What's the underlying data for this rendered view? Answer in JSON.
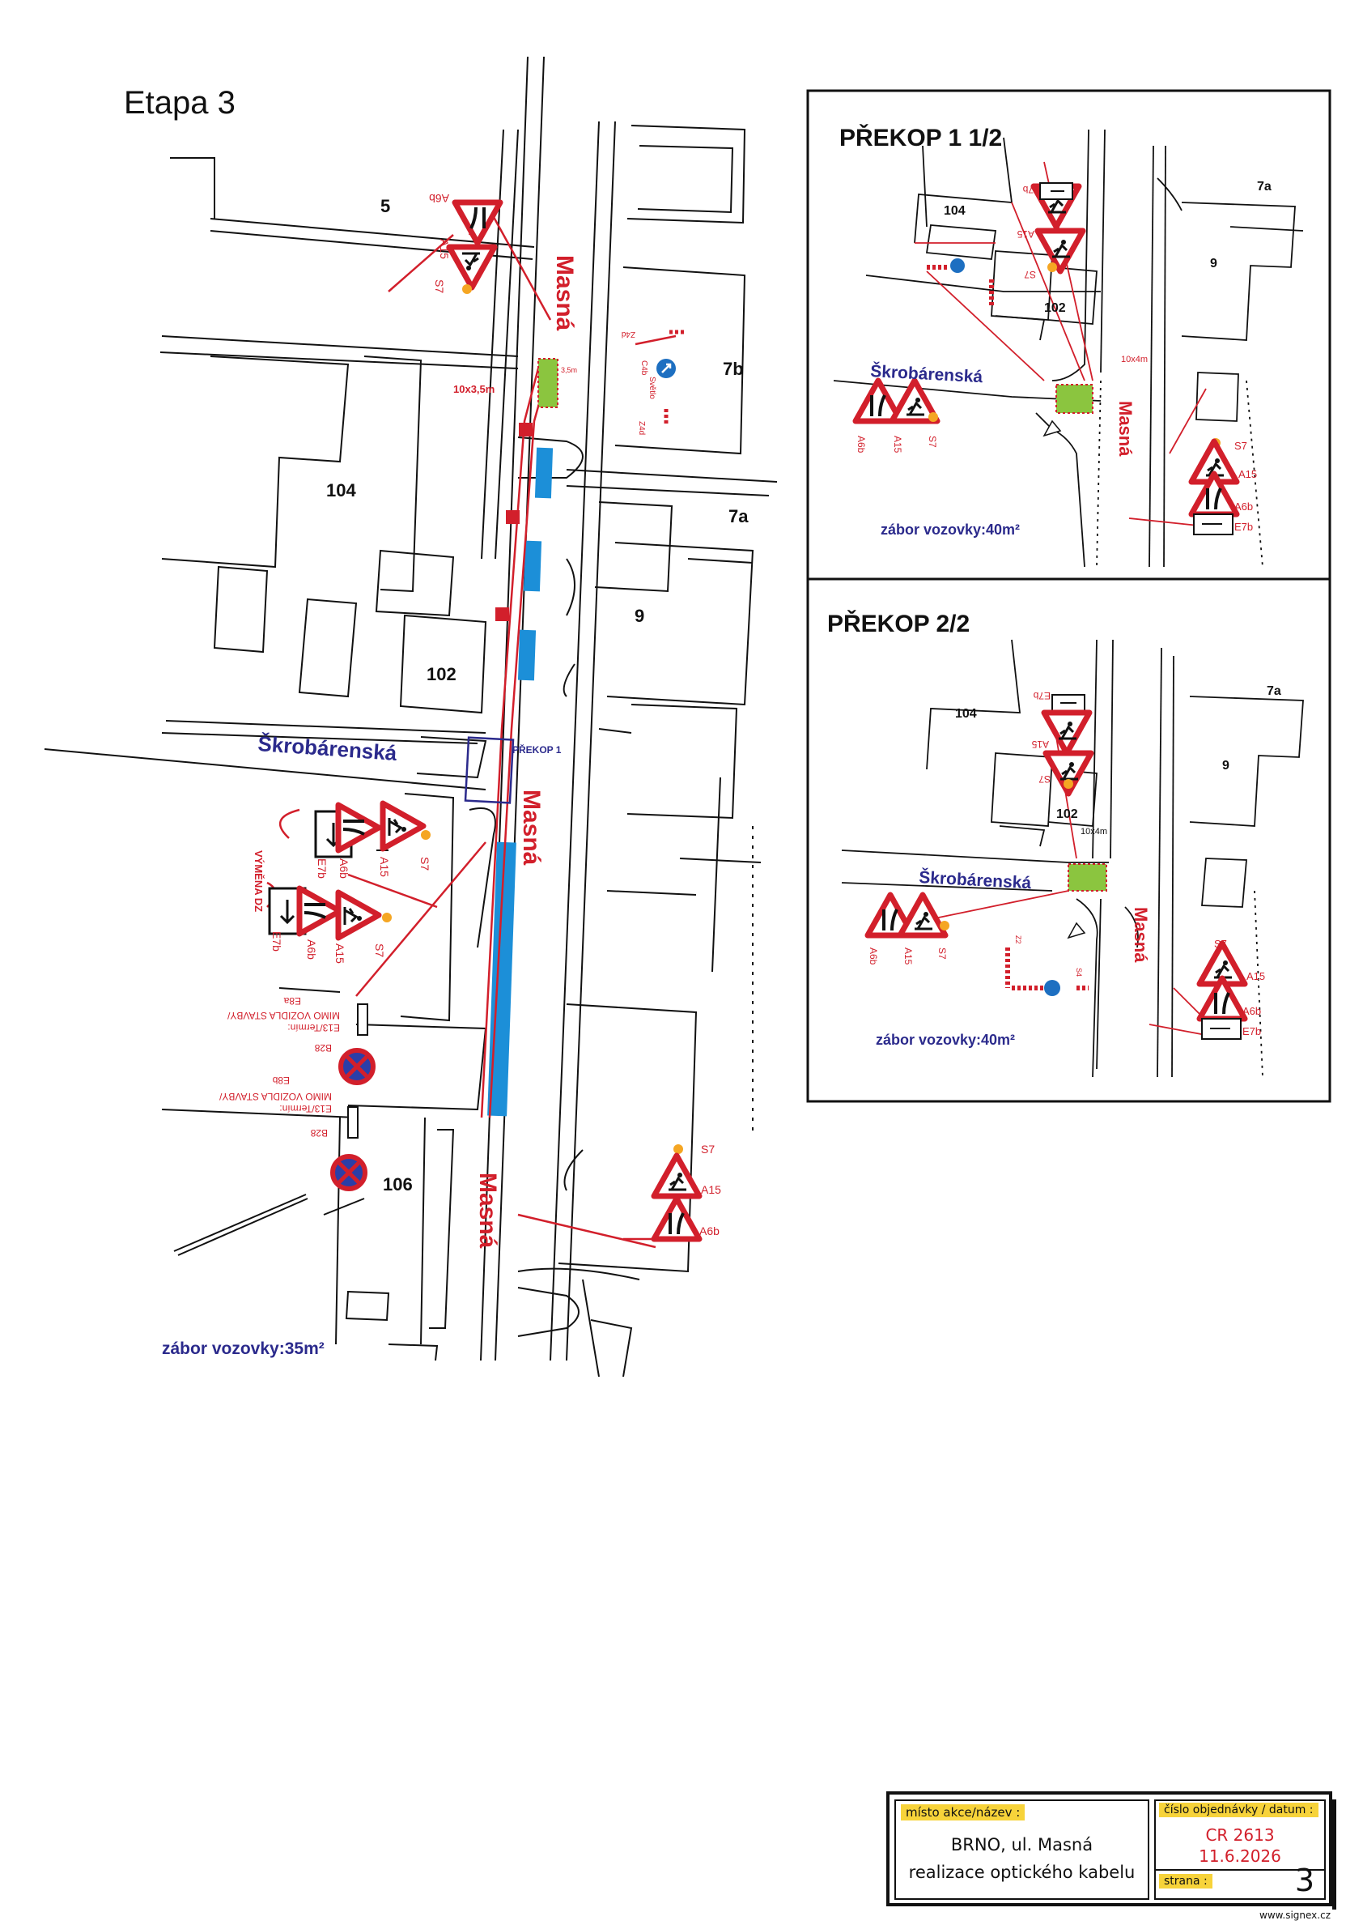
{
  "stage_title": "Etapa 3",
  "street_main": "Masná",
  "street_side": "Škrobárenská",
  "buildings": {
    "b5": "5",
    "b7b": "7b",
    "b104": "104",
    "b7a": "7a",
    "b102": "102",
    "b9": "9",
    "b106": "106"
  },
  "signs": {
    "a6b": "A6b",
    "a15": "A15",
    "s7": "S7",
    "e7b": "E7b",
    "b28": "B28",
    "e8a": "E8a",
    "e8b": "E8b",
    "c4b": "C4b",
    "z4d": "Z4d",
    "z4d_b": "Z4d",
    "svetlo": "Světlo",
    "e13_line1": "E13/Termín:",
    "e13_line2": "MIMO VOZIDLA STAVBY/",
    "z2": "Z2",
    "s4": "S4"
  },
  "annotations": {
    "dim_main": "10x3,5m",
    "dim_small": "3,5m",
    "prekop_label": "PŘEKOP 1",
    "vymena": "VÝMĚNA DZ",
    "dim_10x4": "10x4m"
  },
  "occupation_main": "zábor vozovky:35m²",
  "inset1": {
    "title": "PŘEKOP 1 1/2",
    "occupation": "zábor vozovky:40m²"
  },
  "inset2": {
    "title": "PŘEKOP  2/2",
    "occupation": "zábor vozovky:40m²"
  },
  "title_block": {
    "place_label": "místo  akce/název :",
    "place_line1": "BRNO, ul. Masná",
    "place_line2": "realizace optického kabelu",
    "order_label": "číslo  objednávky / datum  :",
    "order_number": "CR 2613",
    "order_date": "11.6.2026",
    "page_label": "strana :",
    "page_number": "3",
    "website": "www.signex.cz"
  },
  "colors": {
    "sign_red": "#d21f2b",
    "street_blue": "#2b2a8c",
    "parking_blue": "#1c8fd8",
    "dig_green": "#8bc53f",
    "beacon_orange": "#f5a623",
    "line_black": "#111111"
  }
}
